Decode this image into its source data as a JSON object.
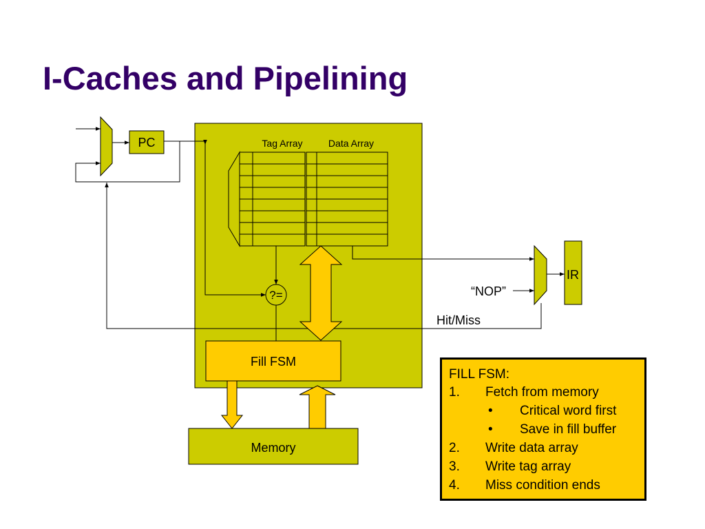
{
  "slide": {
    "title": "I-Caches and Pipelining"
  },
  "diagram": {
    "pc_label": "PC",
    "tag_array_label": "Tag Array",
    "data_array_label": "Data Array",
    "compare_label": "?=",
    "ir_label": "IR",
    "nop_label": "“NOP”",
    "hitmiss_label": "Hit/Miss",
    "fill_fsm_label": "Fill FSM",
    "memory_label": "Memory"
  },
  "fill_info": {
    "header": "FILL FSM:",
    "step1_num": "1.",
    "step1_text": "Fetch from memory",
    "sub1_bullet": "•",
    "sub1_text": "Critical word first",
    "sub2_bullet": "•",
    "sub2_text": "Save in fill buffer",
    "step2_num": "2.",
    "step2_text": "Write data array",
    "step3_num": "3.",
    "step3_text": "Write tag array",
    "step4_num": "4.",
    "step4_text": "Miss condition ends"
  },
  "colors": {
    "title": "#330066",
    "cache_fill": "#cccc00",
    "fsm_fill": "#ffcc00",
    "background": "#ffffff"
  }
}
